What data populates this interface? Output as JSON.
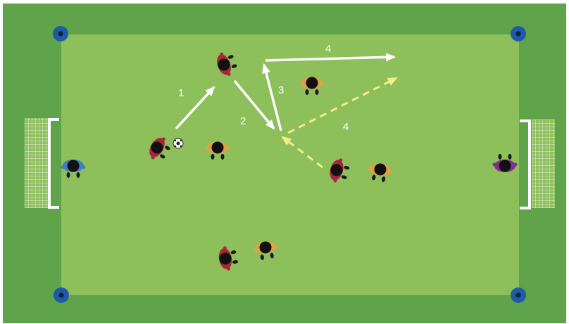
{
  "colors": {
    "outer_grass": "#5fa34a",
    "inner_grass": "#8dbf5a",
    "cone": "#1f5aa6",
    "red_team": "#a9263a",
    "yellow_team": "#d9a445",
    "left_keeper": "#3d7fbf",
    "right_keeper": "#8a2c8f",
    "pass_arrow": "#ffffff",
    "run_arrow": "#f4ec8a"
  },
  "arrow_labels": {
    "a1": "1",
    "a2": "2",
    "a3": "3",
    "a4_pass": "4",
    "a4_run": "4"
  }
}
